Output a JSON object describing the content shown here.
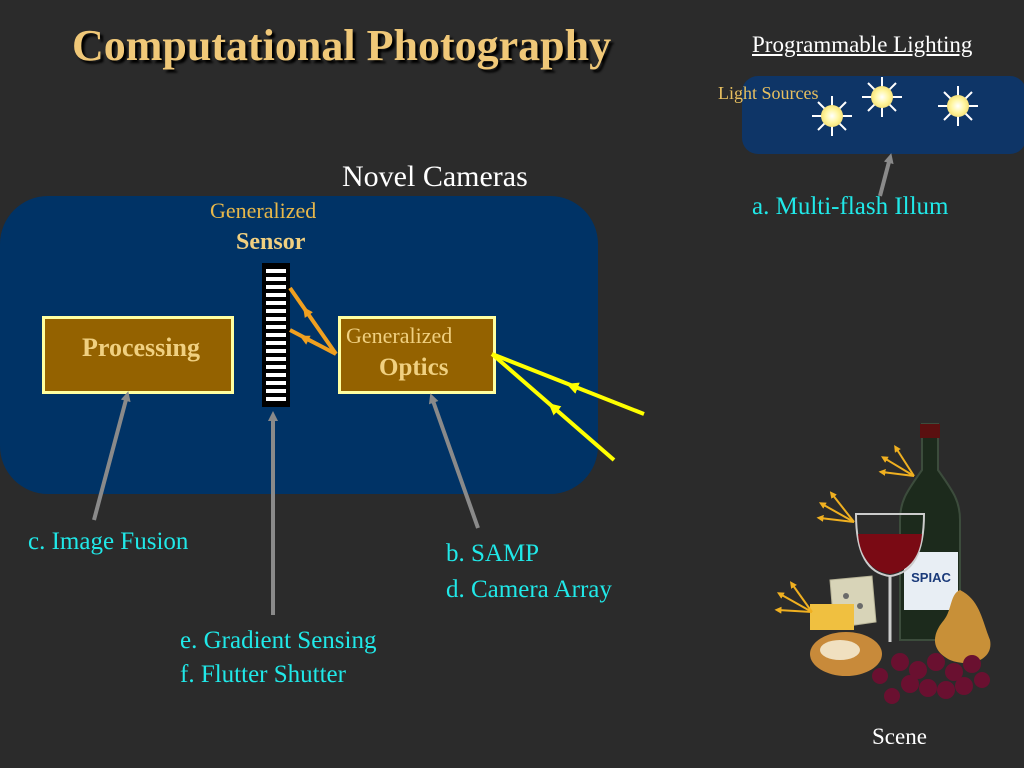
{
  "title": "Computational Photography",
  "programmable_lighting": {
    "heading": "Programmable Lighting",
    "light_sources_label": "Light Sources",
    "item": "a. Multi-flash Illum"
  },
  "novel_cameras": {
    "heading": "Novel Cameras",
    "sensor": {
      "line1": "Generalized",
      "line2": "Sensor"
    },
    "processing": "Processing",
    "optics": {
      "line1": "Generalized",
      "line2": "Optics"
    }
  },
  "labels": {
    "image_fusion": "c. Image Fusion",
    "samp": "b. SAMP",
    "camera_array": "d. Camera Array",
    "gradient_sensing": "e. Gradient Sensing",
    "flutter_shutter": "f.  Flutter Shutter",
    "scene": "Scene"
  },
  "scene_bottle_label": "SPIAC",
  "colors": {
    "background": "#2b2b2b",
    "panel_blue": "#003366",
    "box_fill": "#946200",
    "box_border": "#ffffa0",
    "cyan_text": "#20e8e8",
    "title_gold": "#f0c878",
    "ray_yellow": "#ffff00",
    "ray_orange": "#f0a020",
    "arrow_gray": "#808080"
  }
}
